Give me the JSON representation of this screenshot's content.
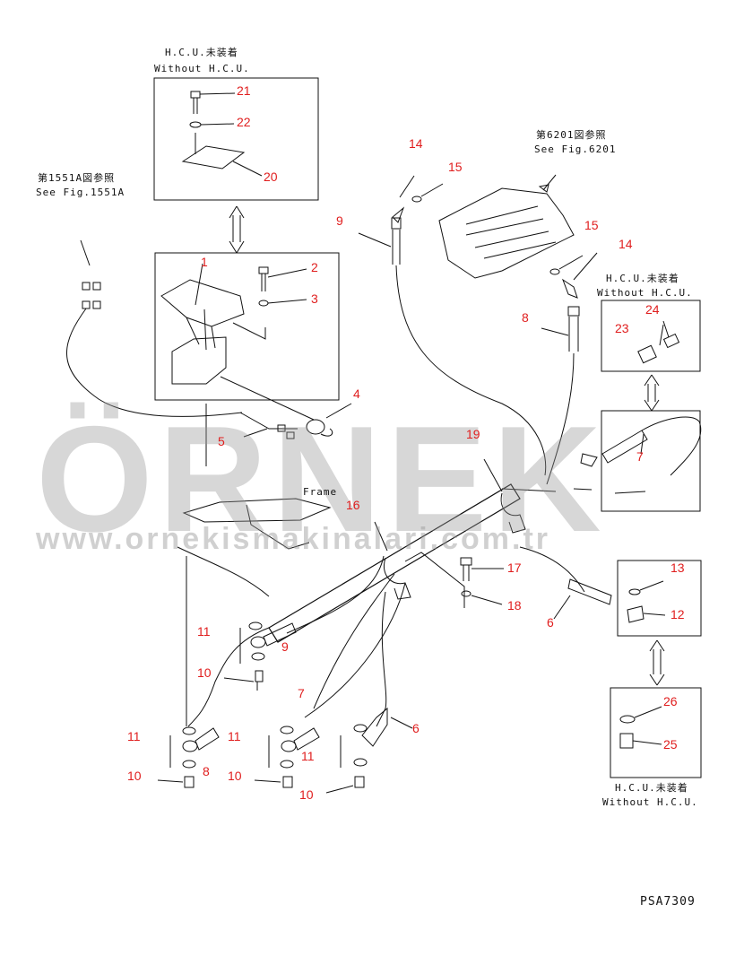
{
  "notes": {
    "hcu_top_jp": "H.C.U.未装着",
    "hcu_top_en": "Without H.C.U.",
    "fig1551_jp": "第1551A図参照",
    "fig1551_en": "See Fig.1551A",
    "fig6201_jp": "第6201図参照",
    "fig6201_en": "See Fig.6201",
    "hcu_right_jp": "H.C.U.未装着",
    "hcu_right_en": "Without H.C.U.",
    "hcu_bottom_jp": "H.C.U.未装着",
    "hcu_bottom_en": "Without H.C.U.",
    "frame_label": "Frame"
  },
  "part_numbers": {
    "p21": "21",
    "p22": "22",
    "p20": "20",
    "p1": "1",
    "p2": "2",
    "p3": "3",
    "p4": "4",
    "p5": "5",
    "p14a": "14",
    "p15a": "15",
    "p9a": "9",
    "p15b": "15",
    "p14b": "14",
    "p8a": "8",
    "p24": "24",
    "p23": "23",
    "p19": "19",
    "p7a": "7",
    "p16": "16",
    "p17": "17",
    "p18": "18",
    "p13": "13",
    "p12": "12",
    "p6a": "6",
    "p11a": "11",
    "p9b": "9",
    "p10a": "10",
    "p7b": "7",
    "p11b": "11",
    "p8b": "8",
    "p10b": "10",
    "p11c": "11",
    "p11d": "11",
    "p10c": "10",
    "p10d": "10",
    "p6b": "6",
    "p26": "26",
    "p25": "25"
  },
  "watermark": {
    "brand": "ÖRNEK",
    "url": "www.ornekismakinalari.com.tr"
  },
  "drawing_code": "PSA7309",
  "colors": {
    "line": "#111111",
    "part_number": "#e01e1e",
    "watermark": "#969696"
  }
}
